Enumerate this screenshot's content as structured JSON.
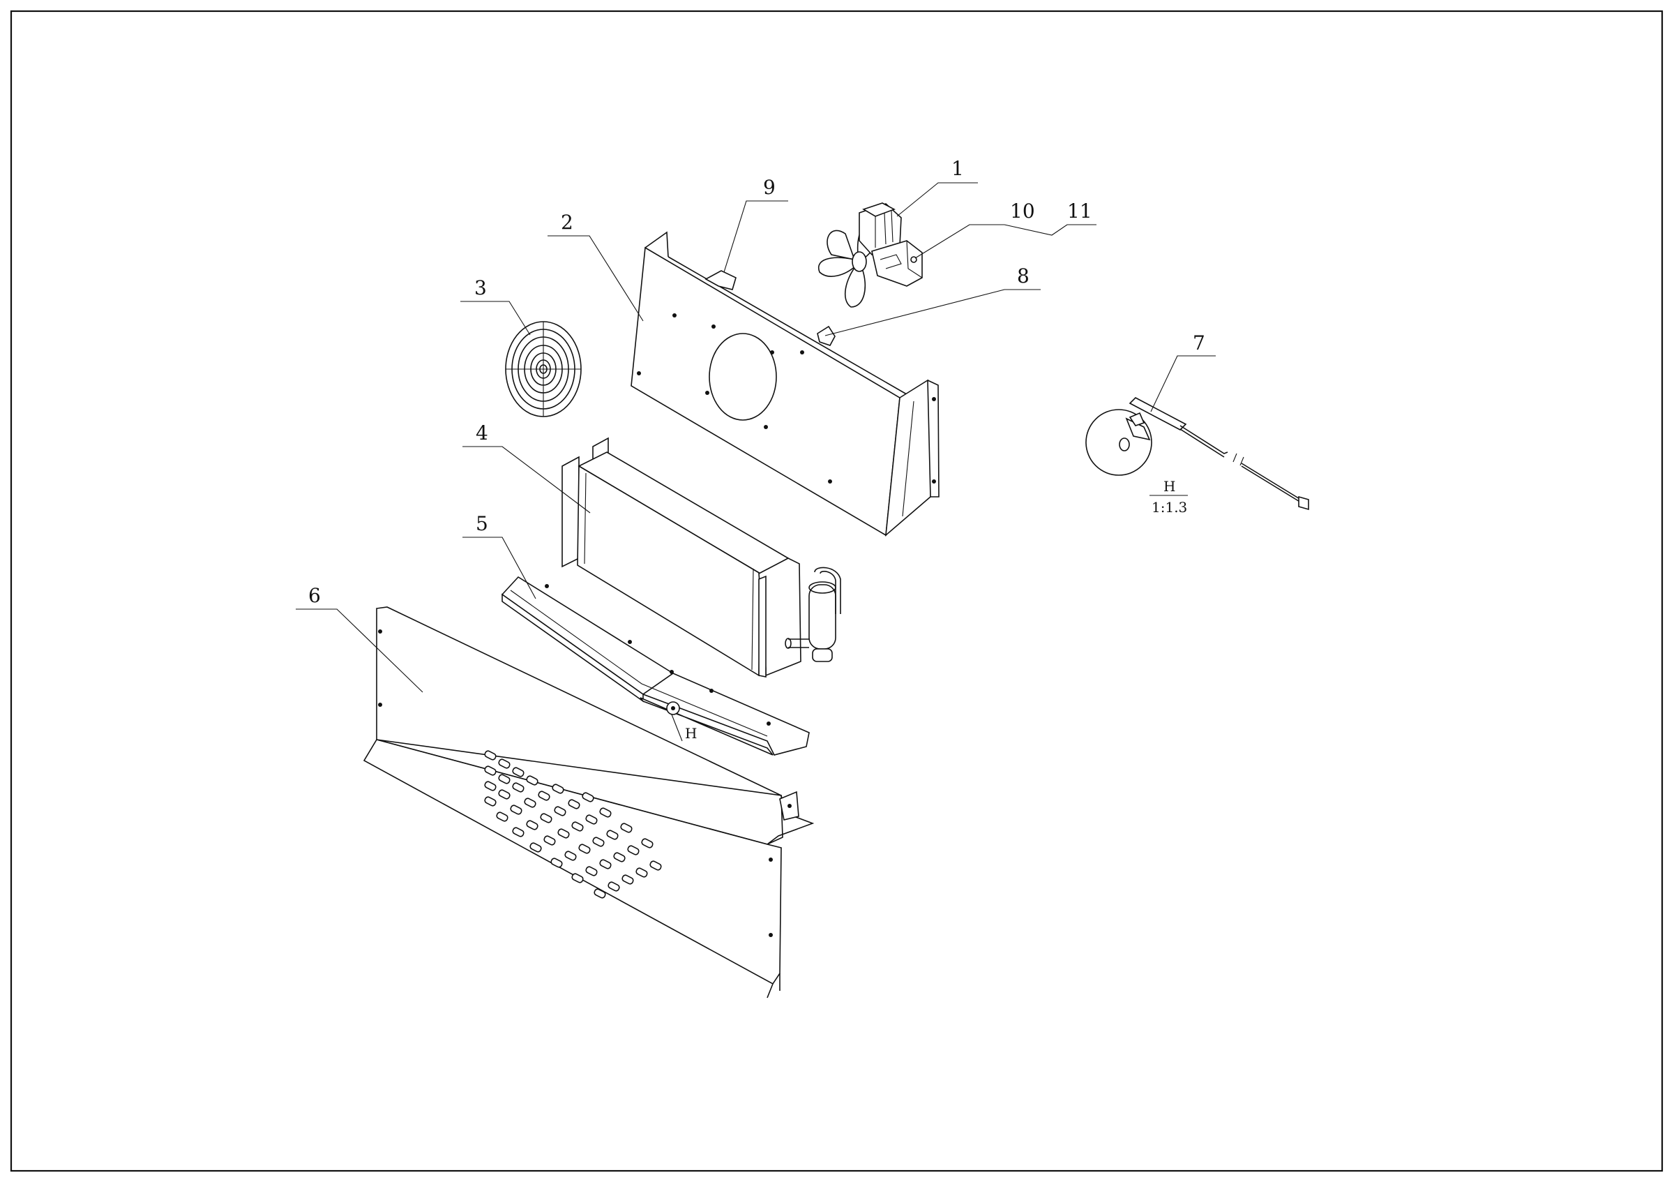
{
  "drawing": {
    "parts": [
      {
        "id": "1",
        "label": "1"
      },
      {
        "id": "2",
        "label": "2"
      },
      {
        "id": "3",
        "label": "3"
      },
      {
        "id": "4",
        "label": "4"
      },
      {
        "id": "5",
        "label": "5"
      },
      {
        "id": "6",
        "label": "6"
      },
      {
        "id": "7",
        "label": "7"
      },
      {
        "id": "8",
        "label": "8"
      },
      {
        "id": "9",
        "label": "9"
      },
      {
        "id": "10",
        "label": "10"
      },
      {
        "id": "11",
        "label": "11"
      }
    ],
    "detail": {
      "marker": "H",
      "title": "H",
      "scale": "1:1.3"
    }
  }
}
